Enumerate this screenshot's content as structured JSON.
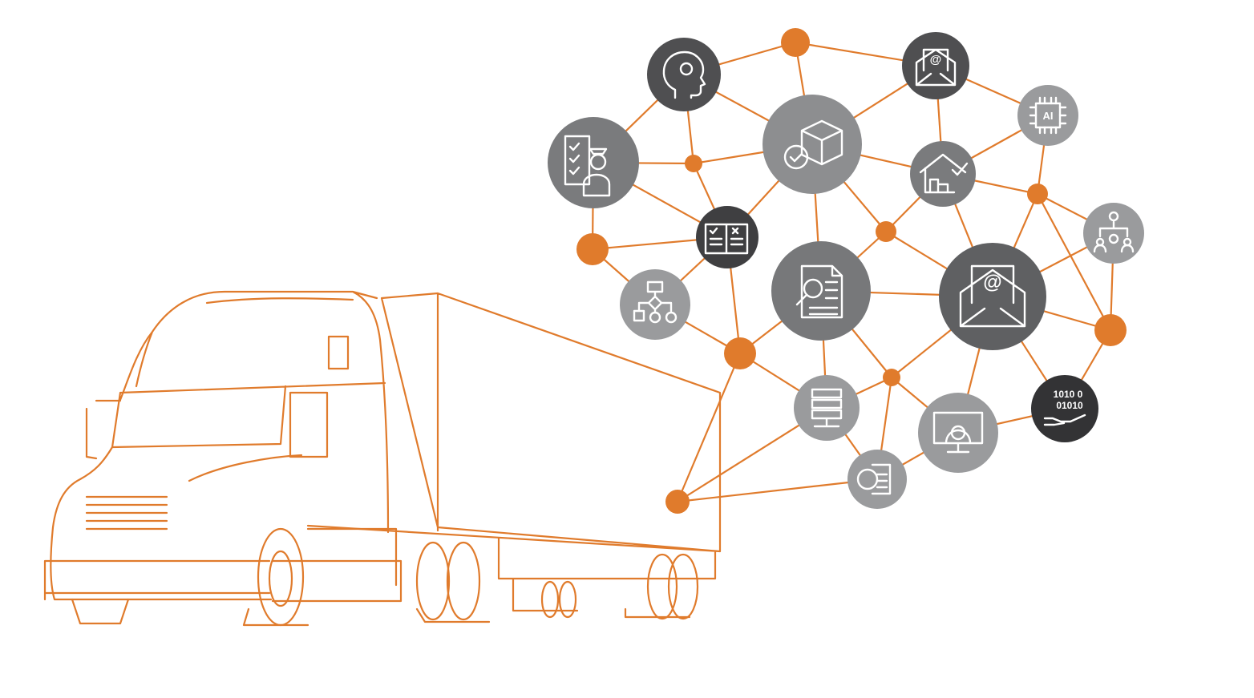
{
  "colors": {
    "accent": "#e07b2c",
    "dark": "#4a4a4c",
    "mid": "#77787a",
    "light": "#929395"
  },
  "icons": {
    "ai_chip_label": "AI",
    "email_symbol": "@",
    "binary_line_1": "1010 0",
    "binary_line_2": "01010"
  }
}
